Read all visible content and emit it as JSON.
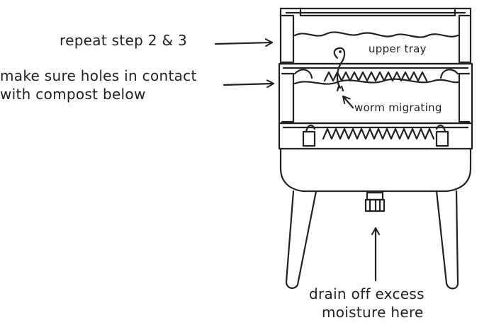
{
  "colors": {
    "ink": "#222222",
    "background": "#ffffff"
  },
  "labels": {
    "repeat_steps": "repeat step 2 & 3",
    "holes_line1": "make sure holes in contact",
    "holes_line2": "with compost below",
    "upper_tray": "upper tray",
    "worm_migrating": "worm migrating",
    "drain_line1": "drain off excess",
    "drain_line2": "moisture here"
  },
  "icons": [
    "worm-icon",
    "arrow-icon"
  ]
}
